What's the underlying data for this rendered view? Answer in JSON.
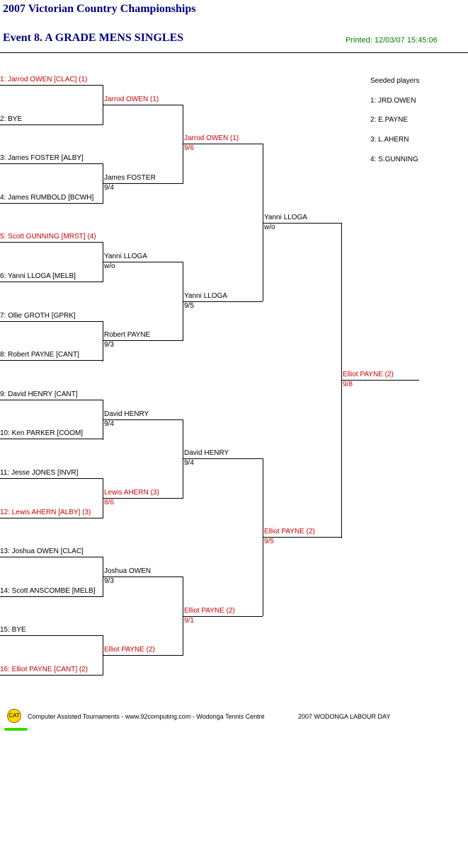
{
  "header": {
    "title": "2007 Victorian Country Championships",
    "event": "Event 8. A GRADE MENS SINGLES",
    "printed": "Printed: 12/03/07 15:45:06"
  },
  "draw": {
    "round1": [
      {
        "text": "1: Jarrod OWEN [CLAC] (1)",
        "red": true
      },
      {
        "text": "2: BYE",
        "red": false
      },
      {
        "text": "3: James FOSTER [ALBY]",
        "red": false
      },
      {
        "text": "4: James RUMBOLD [BCWH]",
        "red": false
      },
      {
        "text": "5: Scott GUNNING [MRST] (4)",
        "red": true
      },
      {
        "text": "6: Yanni LLOGA [MELB]",
        "red": false
      },
      {
        "text": "7: Ollie GROTH [GPRK]",
        "red": false
      },
      {
        "text": "8: Robert PAYNE [CANT]",
        "red": false
      },
      {
        "text": "9: David HENRY [CANT]",
        "red": false
      },
      {
        "text": "10: Ken PARKER [COOM]",
        "red": false
      },
      {
        "text": "11: Jesse JONES [INVR]",
        "red": false
      },
      {
        "text": "12: Lewis AHERN [ALBY] (3)",
        "red": true
      },
      {
        "text": "13: Joshua OWEN [CLAC]",
        "red": false
      },
      {
        "text": "14: Scott ANSCOMBE [MELB]",
        "red": false
      },
      {
        "text": "15: BYE",
        "red": false
      },
      {
        "text": "16: Elliot PAYNE [CANT] (2)",
        "red": true
      }
    ],
    "round2": [
      {
        "name": "Jarrod OWEN (1)",
        "score": "",
        "red": true
      },
      {
        "name": "James FOSTER",
        "score": "9/4",
        "red": false
      },
      {
        "name": "Yanni LLOGA",
        "score": "w/o",
        "red": false
      },
      {
        "name": "Robert PAYNE",
        "score": "9/3",
        "red": false
      },
      {
        "name": "David HENRY",
        "score": "9/4",
        "red": false
      },
      {
        "name": "Lewis AHERN (3)",
        "score": "8/6",
        "red": true
      },
      {
        "name": "Joshua OWEN",
        "score": "9/3",
        "red": false
      },
      {
        "name": "Elliot PAYNE (2)",
        "score": "",
        "red": true
      }
    ],
    "round3": [
      {
        "name": "Jarrod OWEN (1)",
        "score": "9/6",
        "red": true
      },
      {
        "name": "Yanni LLOGA",
        "score": "9/5",
        "red": false
      },
      {
        "name": "David HENRY",
        "score": "9/4",
        "red": false
      },
      {
        "name": "Elliot PAYNE (2)",
        "score": "9/1",
        "red": true
      }
    ],
    "round4": [
      {
        "name": "Yanni LLOGA",
        "score": "w/o",
        "red": false
      },
      {
        "name": "Elliot PAYNE (2)",
        "score": "9/5",
        "red": true
      }
    ],
    "winner": {
      "name": "Elliot PAYNE (2)",
      "score": "9/8",
      "red": true
    }
  },
  "seeds": {
    "heading": "Seeded players",
    "items": [
      "1: JRD.OWEN",
      "2: E.PAYNE",
      "3: L.AHERN",
      "4: S.GUNNING"
    ]
  },
  "footer": {
    "logo": "CAT",
    "credit": "Computer Assisted Tournaments - www.92computing.com -  Wodonga Tennis Centre",
    "event": "2007 WODONGA LABOUR DAY"
  }
}
